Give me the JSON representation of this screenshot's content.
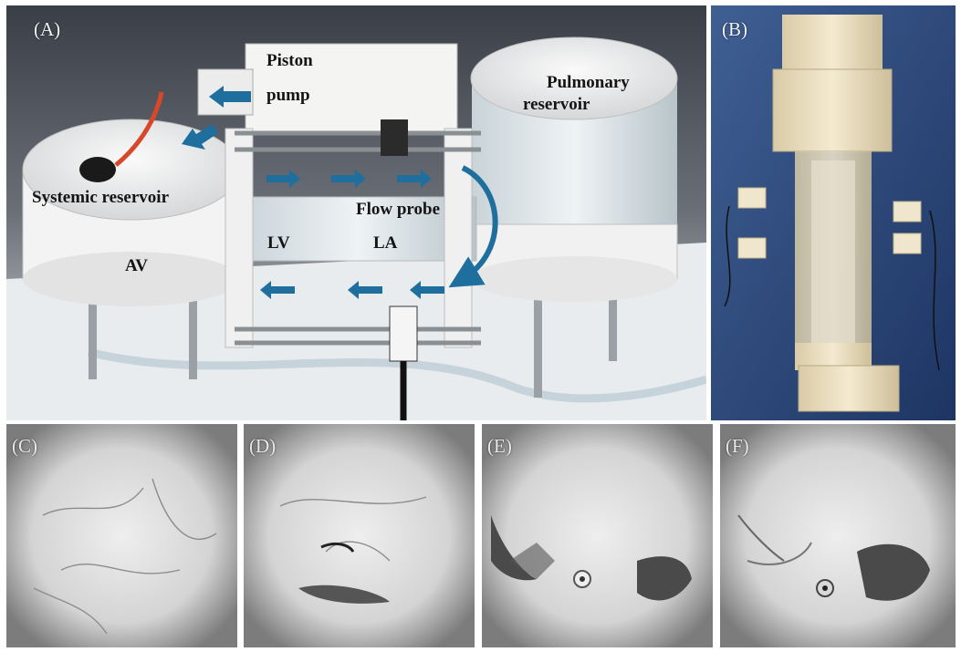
{
  "panel_a": {
    "label": "(A)",
    "annotations": {
      "piston_pump_line1": "Piston",
      "piston_pump_line2": "pump",
      "pulmonary_line1": "Pulmonary",
      "pulmonary_line2": "reservoir",
      "systemic": "Systemic reservoir",
      "flow_probe": "Flow probe",
      "lv": "LV",
      "la": "LA",
      "av": "AV"
    }
  },
  "panel_b": {
    "label": "(B)"
  },
  "panel_c": {
    "label": "(C)"
  },
  "panel_d": {
    "label": "(D)"
  },
  "panel_e": {
    "label": "(E)"
  },
  "panel_f": {
    "label": "(F)"
  },
  "colors": {
    "arrow": "#1f6f9e",
    "background": "#ffffff"
  }
}
